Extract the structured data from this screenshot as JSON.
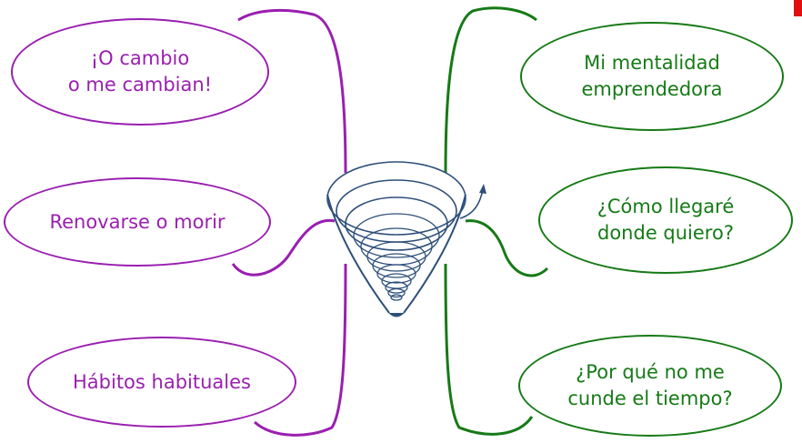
{
  "colors": {
    "left": "#9a1fb0",
    "right": "#167a16",
    "spiral": "#2e4f7a",
    "accent": "#e01010"
  },
  "center": {
    "icon": "spiral-cone-icon"
  },
  "left_nodes": [
    {
      "text": "¡O cambio\no me cambian!"
    },
    {
      "text": "Renovarse o morir"
    },
    {
      "text": "Hábitos habituales"
    }
  ],
  "right_nodes": [
    {
      "text": "Mi mentalidad\nemprendedora"
    },
    {
      "text": "¿Cómo llegaré\ndonde quiero?"
    },
    {
      "text": "¿Por qué no me\ncunde el tiempo?"
    }
  ]
}
